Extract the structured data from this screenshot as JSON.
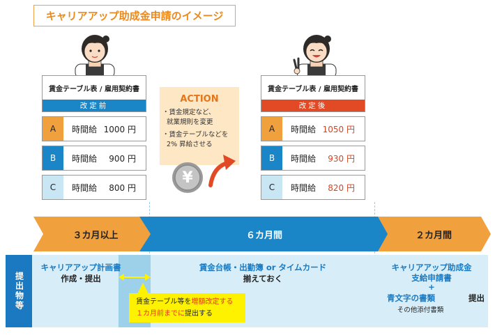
{
  "title": "キャリアアップ助成金申請のイメージ",
  "colors": {
    "orange": "#f0a03c",
    "blue": "#1a86c8",
    "red": "#e24a26",
    "light_blue": "#c9e6f5",
    "yellow": "#fff200",
    "beige": "#fde7c4"
  },
  "before": {
    "card_title": "賃金テーブル表 / 雇用契約書",
    "label": "改定前",
    "rows": [
      {
        "letter": "A",
        "text": "時間給",
        "value": "1000 円"
      },
      {
        "letter": "B",
        "text": "時間給",
        "value": "900 円"
      },
      {
        "letter": "C",
        "text": "時間給",
        "value": "800 円"
      }
    ]
  },
  "after": {
    "card_title": "賃金テーブル表 / 雇用契約書",
    "label": "改定後",
    "rows": [
      {
        "letter": "A",
        "text": "時間給",
        "value": "1050 円"
      },
      {
        "letter": "B",
        "text": "時間給",
        "value": "930 円"
      },
      {
        "letter": "C",
        "text": "時間給",
        "value": "820 円"
      }
    ]
  },
  "action": {
    "title": "ACTION",
    "items": [
      "・賃金規定など、\n  就業規則を変更",
      "・賃金テーブルなどを\n  2% 昇給させる"
    ],
    "yen": "¥"
  },
  "timeline": [
    "３カ月以上",
    "６カ月間",
    "２カ月間"
  ],
  "sidebar": "提出物等",
  "docs": {
    "left_line1": "キャリアアップ計画書",
    "left_line2": "作成・提出",
    "mid_line1": "賃金台帳・出勤簿 or タイムカード",
    "mid_line2": "揃えておく",
    "right_line1": "キャリアアップ助成金",
    "right_line2": "支給申請書",
    "right_plus": "+",
    "right_line3": "青文字の書類",
    "right_submit": "提出",
    "right_line4": "その他添付書類"
  },
  "note": {
    "part1": "賃金テーブル等を",
    "part1_red": "増額改定する",
    "part2_red": "１カ月前までに",
    "part2": "提出する"
  }
}
